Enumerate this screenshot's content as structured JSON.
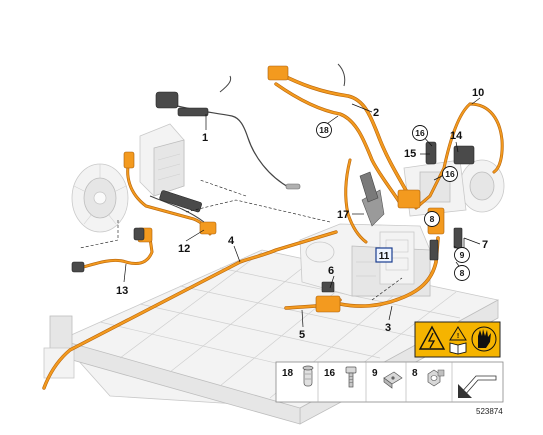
{
  "diagram": {
    "catalog_number": "523874",
    "callouts": [
      {
        "id": "1",
        "label": "1"
      },
      {
        "id": "2",
        "label": "2"
      },
      {
        "id": "3",
        "label": "3"
      },
      {
        "id": "4",
        "label": "4"
      },
      {
        "id": "5",
        "label": "5"
      },
      {
        "id": "6",
        "label": "6"
      },
      {
        "id": "7",
        "label": "7"
      },
      {
        "id": "10",
        "label": "10"
      },
      {
        "id": "12",
        "label": "12"
      },
      {
        "id": "13",
        "label": "13"
      },
      {
        "id": "14",
        "label": "14"
      },
      {
        "id": "15",
        "label": "15"
      },
      {
        "id": "17",
        "label": "17"
      }
    ],
    "circled_callouts": [
      {
        "id": "18",
        "label": "18"
      },
      {
        "id": "16a",
        "label": "16"
      },
      {
        "id": "16b",
        "label": "16"
      },
      {
        "id": "8a",
        "label": "8"
      },
      {
        "id": "9",
        "label": "9"
      },
      {
        "id": "8b",
        "label": "8"
      }
    ],
    "boxed_callout": {
      "label": "11"
    },
    "warning_label": {
      "icons": [
        "high-voltage-warning-icon",
        "manual-book-icon",
        "glove-caution-icon"
      ],
      "background": "#f5b400"
    },
    "legend": [
      {
        "num": "18",
        "icon": "push-clip-icon"
      },
      {
        "num": "16",
        "icon": "screw-icon"
      },
      {
        "num": "9",
        "icon": "clip-nut-icon"
      },
      {
        "num": "8",
        "icon": "hex-nut-icon"
      },
      {
        "num": "",
        "icon": "parts-arrow-icon"
      }
    ],
    "colors": {
      "cable": "#f39a1f",
      "component": "#f3f3f3",
      "outline": "#c9c9c9"
    }
  }
}
